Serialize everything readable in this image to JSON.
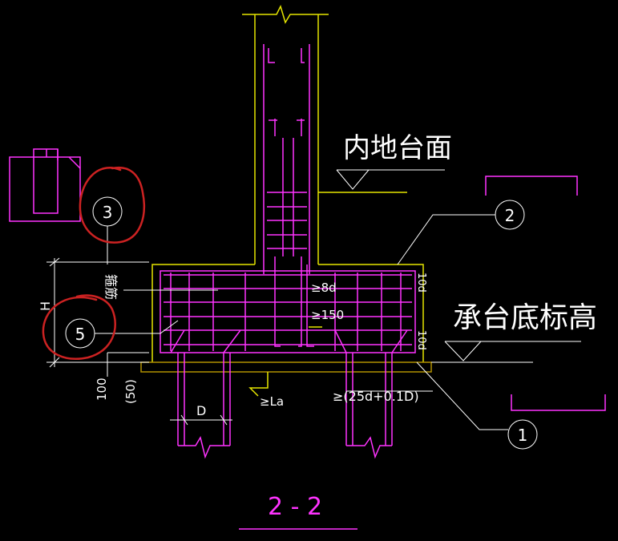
{
  "colors": {
    "background": "#000000",
    "magenta": "#ff33ff",
    "yellow": "#e6e600",
    "white": "#ffffff",
    "red_markup": "#cc2222",
    "olive": "#b09000"
  },
  "labels": {
    "inner_floor_level": "内地台面",
    "cap_bottom_elevation": "承台底标高",
    "stirrup": "箍筋",
    "dim_8d": "≥8d",
    "dim_150": "≥150",
    "dim_10d_top": "10d",
    "dim_10d_bottom": "10d",
    "dim_la": "≥La",
    "dim_25d": "≥(25d+0.1D)",
    "dim_D": "D",
    "dim_H": "H",
    "dim_100": "100",
    "dim_50": "(50)",
    "section_title": "2 - 2"
  },
  "callouts": {
    "c1": "1",
    "c2": "2",
    "c3": "3",
    "c5": "5"
  }
}
